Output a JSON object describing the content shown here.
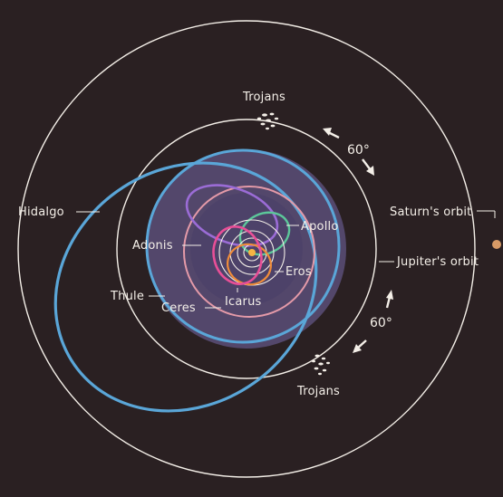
{
  "labels": {
    "trojans_top": "Trojans",
    "trojans_bottom": "Trojans",
    "angle_top": "60°",
    "angle_bottom": "60°",
    "hidalgo": "Hidalgo",
    "saturn_orbit": "Saturn's orbit",
    "jupiter_orbit": "Jupiter's orbit",
    "apollo": "Apollo",
    "adonis": "Adonis",
    "eros": "Eros",
    "icarus": "Icarus",
    "thule": "Thule",
    "ceres": "Ceres"
  },
  "colors": {
    "background": "#2a2022",
    "belt": "#5a4f78",
    "orbit_white": "#f4efe8",
    "hidalgo_blue": "#5aa6d8",
    "thule_blue": "#5aa6d8",
    "apollo_green": "#5cc79a",
    "eros_orange": "#ef8c3a",
    "icarus_magenta": "#e84f97",
    "adonis_purple": "#9b6cd6",
    "pink_orbit": "#e49aa8",
    "saturn_dot": "#d79a66",
    "sun": "#f6b443"
  }
}
